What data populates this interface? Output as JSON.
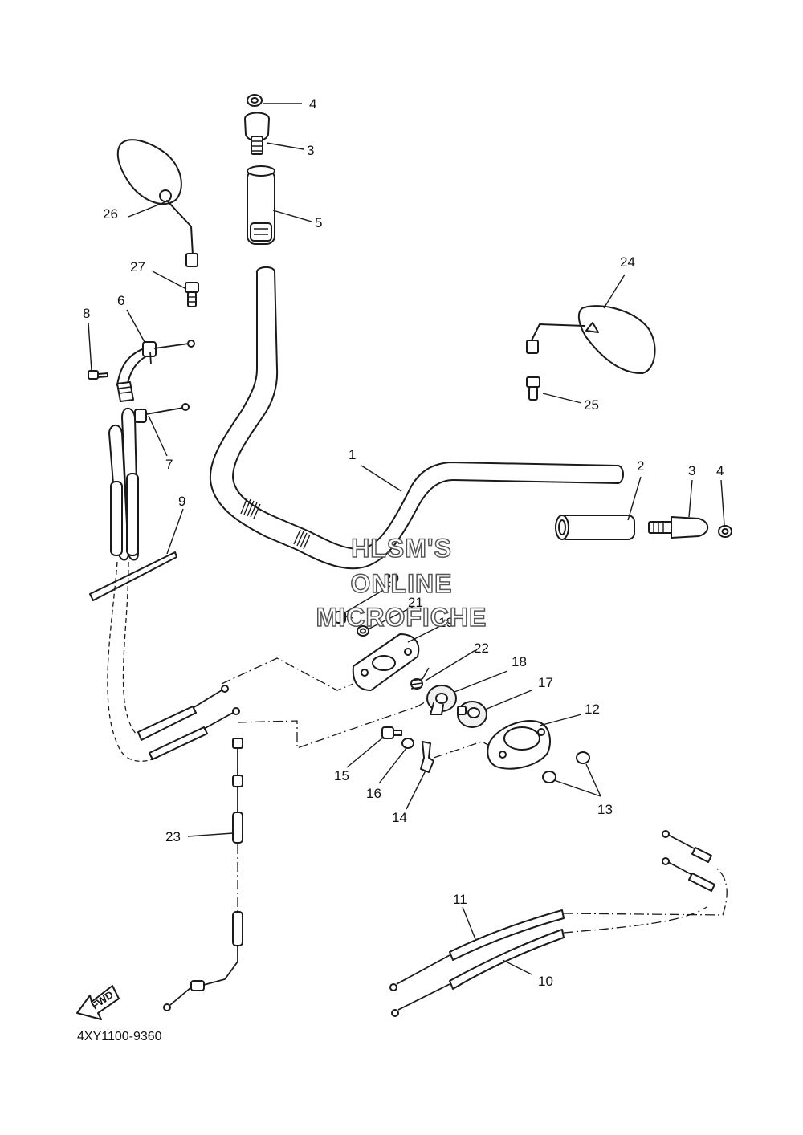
{
  "diagram": {
    "drawing_code": "4XY1100-9360",
    "fwd_label": "FWD",
    "watermark": [
      "HLSM'S",
      "ONLINE",
      "MICROFICHE"
    ],
    "callouts": {
      "c1": "1",
      "c2": "2",
      "c3a": "3",
      "c3b": "3",
      "c4a": "4",
      "c4b": "4",
      "c5": "5",
      "c6": "6",
      "c7": "7",
      "c8": "8",
      "c9": "9",
      "c10": "10",
      "c11": "11",
      "c12": "12",
      "c13": "13",
      "c14": "14",
      "c15": "15",
      "c16": "16",
      "c17": "17",
      "c18": "18",
      "c19": "19",
      "c20": "20",
      "c21": "21",
      "c22": "22",
      "c23": "23",
      "c24": "24",
      "c25": "25",
      "c26": "26",
      "c27": "27"
    }
  }
}
